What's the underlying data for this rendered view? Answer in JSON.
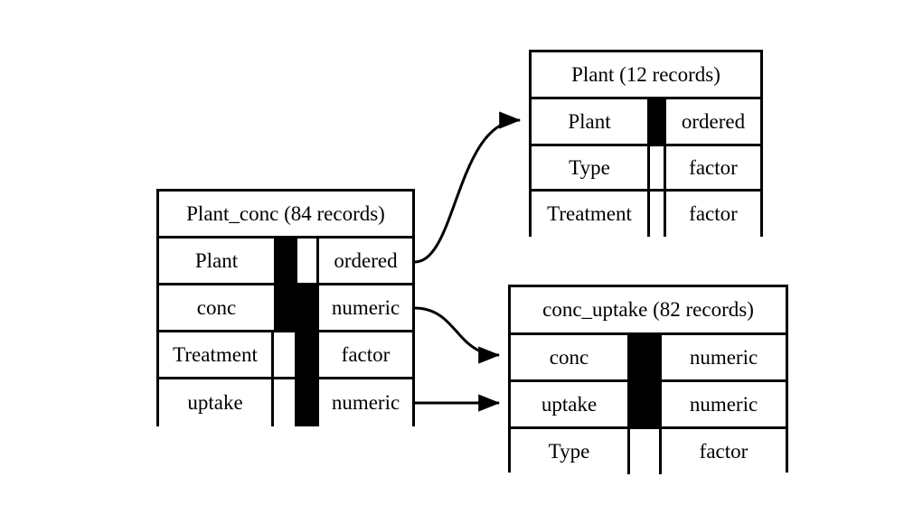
{
  "diagram": {
    "type": "entity-relationship-diagram",
    "background_color": "#ffffff",
    "line_color": "#000000"
  },
  "tables": [
    {
      "id": "plant_conc",
      "title": "Plant_conc (84 records)",
      "name": "Plant_conc",
      "record_count": "84 records",
      "fields": [
        {
          "name": "Plant",
          "type": "ordered",
          "marker_a": "filled",
          "marker_b": "empty"
        },
        {
          "name": "conc",
          "type": "numeric",
          "marker_a": "filled",
          "marker_b": "filled"
        },
        {
          "name": "Treatment",
          "type": "factor",
          "marker_a": "empty",
          "marker_b": "filled"
        },
        {
          "name": "uptake",
          "type": "numeric",
          "marker_a": "empty",
          "marker_b": "filled"
        }
      ]
    },
    {
      "id": "plant",
      "title": "Plant (12 records)",
      "name": "Plant",
      "record_count": "12 records",
      "fields": [
        {
          "name": "Plant",
          "type": "ordered",
          "marker_a": "filled"
        },
        {
          "name": "Type",
          "type": "factor",
          "marker_a": "empty"
        },
        {
          "name": "Treatment",
          "type": "factor",
          "marker_a": "empty"
        }
      ]
    },
    {
      "id": "conc_uptake",
      "title": "conc_uptake (82 records)",
      "name": "conc_uptake",
      "record_count": "82 records",
      "fields": [
        {
          "name": "conc",
          "type": "numeric",
          "marker_a": "filled"
        },
        {
          "name": "uptake",
          "type": "numeric",
          "marker_a": "filled"
        },
        {
          "name": "Type",
          "type": "factor",
          "marker_a": "empty"
        }
      ]
    }
  ],
  "arrows": [
    {
      "id": "plant-to-plant",
      "from": "Plant_conc.Plant",
      "to": "Plant.Plant",
      "shape": "curved"
    },
    {
      "id": "conc-to-conc",
      "from": "Plant_conc.conc",
      "to": "conc_uptake.conc",
      "shape": "curved"
    },
    {
      "id": "uptake-to-uptake",
      "from": "Plant_conc.uptake",
      "to": "conc_uptake.uptake",
      "shape": "straight"
    }
  ]
}
